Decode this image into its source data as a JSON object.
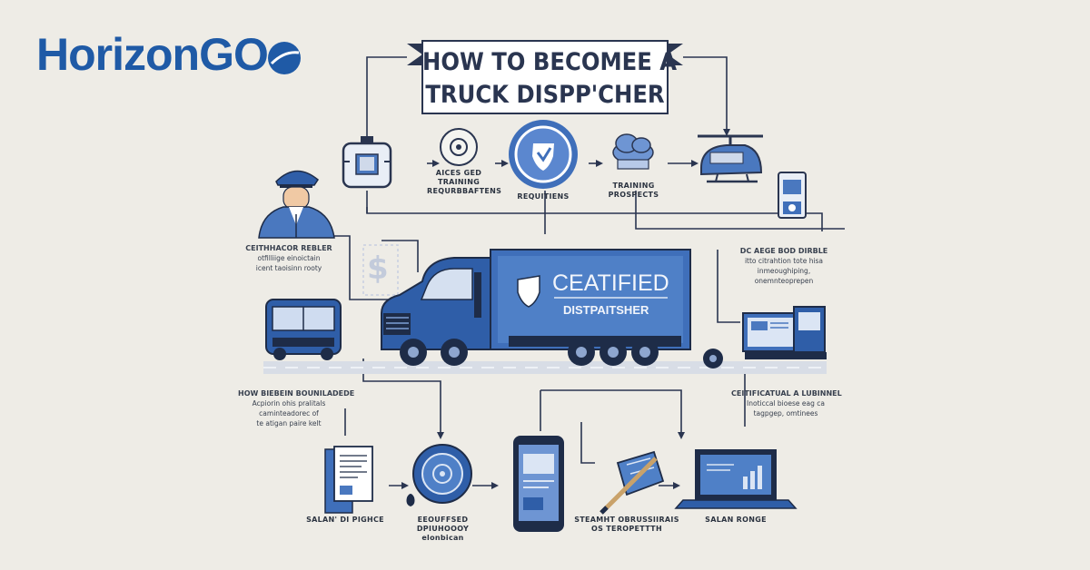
{
  "brand": {
    "logo_text": "HorizonGO"
  },
  "title": {
    "line1": "HOW TO BECOMEE A",
    "line2": "TRUCK DISPP'CHER"
  },
  "steps_top": [
    {
      "label": "AICES GED TRAINING REQURBBAFTENS",
      "icon": "id-badge-icon"
    },
    {
      "label": "REQUITIENS",
      "icon": "shield-badge-icon"
    },
    {
      "label": "TRAINING PROSPECTS",
      "icon": "cloud-icon"
    }
  ],
  "truck": {
    "banner_line1": "CEATIFIED",
    "banner_line2": "DISTPAITSHER",
    "dollar_sign": "$"
  },
  "notes": {
    "left_top": {
      "heading": "CEITHHACOR REBLER",
      "lines": [
        "otfilliige einoictain",
        "icent taoisinn rooty"
      ]
    },
    "right_top": {
      "heading": "DC AEGE BOD DIRBLE",
      "lines": [
        "itto citrahtion tote hisa",
        "inmeoughiping,",
        "onemnteoprepen"
      ]
    },
    "left_mid": {
      "heading": "HOW BIEBEIN BOUNILADEDE",
      "lines": [
        "Acpiorin ohis pralitals",
        "caminteadorec of",
        "te atigan paire kelt"
      ]
    },
    "right_mid": {
      "heading": "CEITIFICATUAL A LUBINNEL",
      "lines": [
        "Inoticcal bioese eag ca",
        "tagpgep, omtinees"
      ]
    }
  },
  "steps_bottom": [
    {
      "label": "SALAN' DI PIGHCE",
      "icon": "document-icon"
    },
    {
      "label": "EEOUFFSED DPIUHOOOY\nelonbican",
      "icon": "disc-icon"
    },
    {
      "label": "",
      "icon": "phone-icon"
    },
    {
      "label": "STEAMHT OBRUSSIIRAIS\nOS TEROPETTTH",
      "icon": "pen-paper-icon"
    },
    {
      "label": "SALAN RONGE",
      "icon": "laptop-chart-icon"
    }
  ]
}
